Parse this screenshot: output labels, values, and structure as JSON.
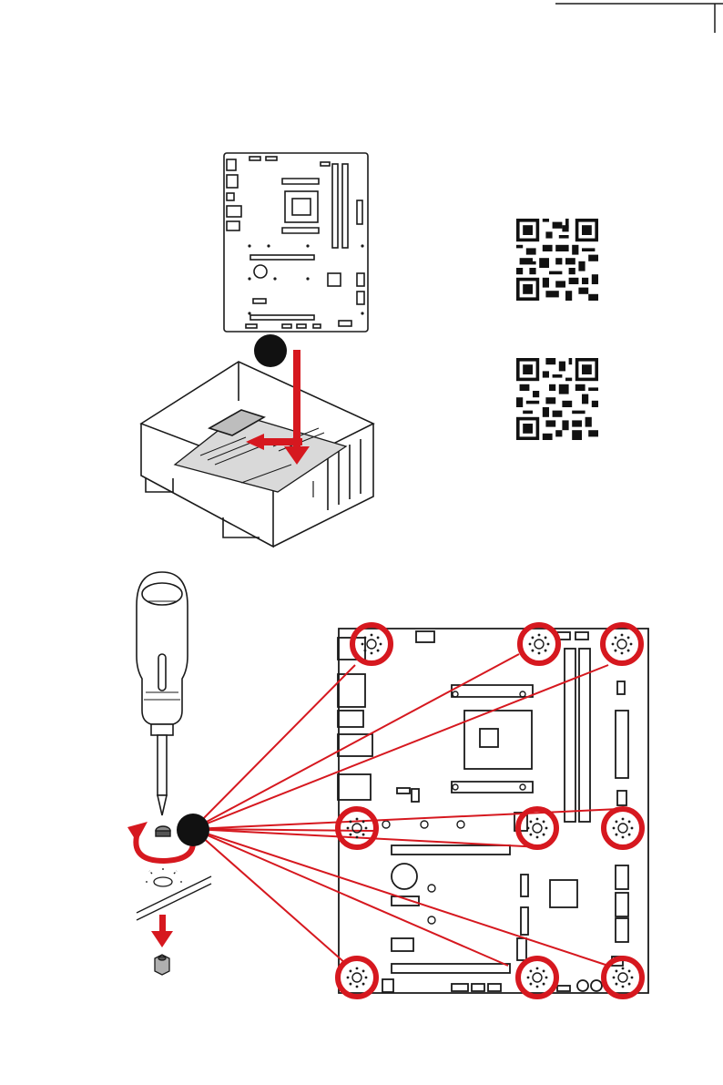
{
  "figure": {
    "steps": [
      {
        "id": "step-1",
        "label": ""
      },
      {
        "id": "step-2",
        "label": ""
      }
    ],
    "qr_codes": [
      {
        "name": "qr-code-top",
        "icon": "qr-code-icon"
      },
      {
        "name": "qr-code-bottom",
        "icon": "qr-code-icon"
      }
    ],
    "screw_points": 9,
    "colors": {
      "accent": "#d6181f",
      "line": "#1a1a1a",
      "badge": "#111111"
    }
  }
}
